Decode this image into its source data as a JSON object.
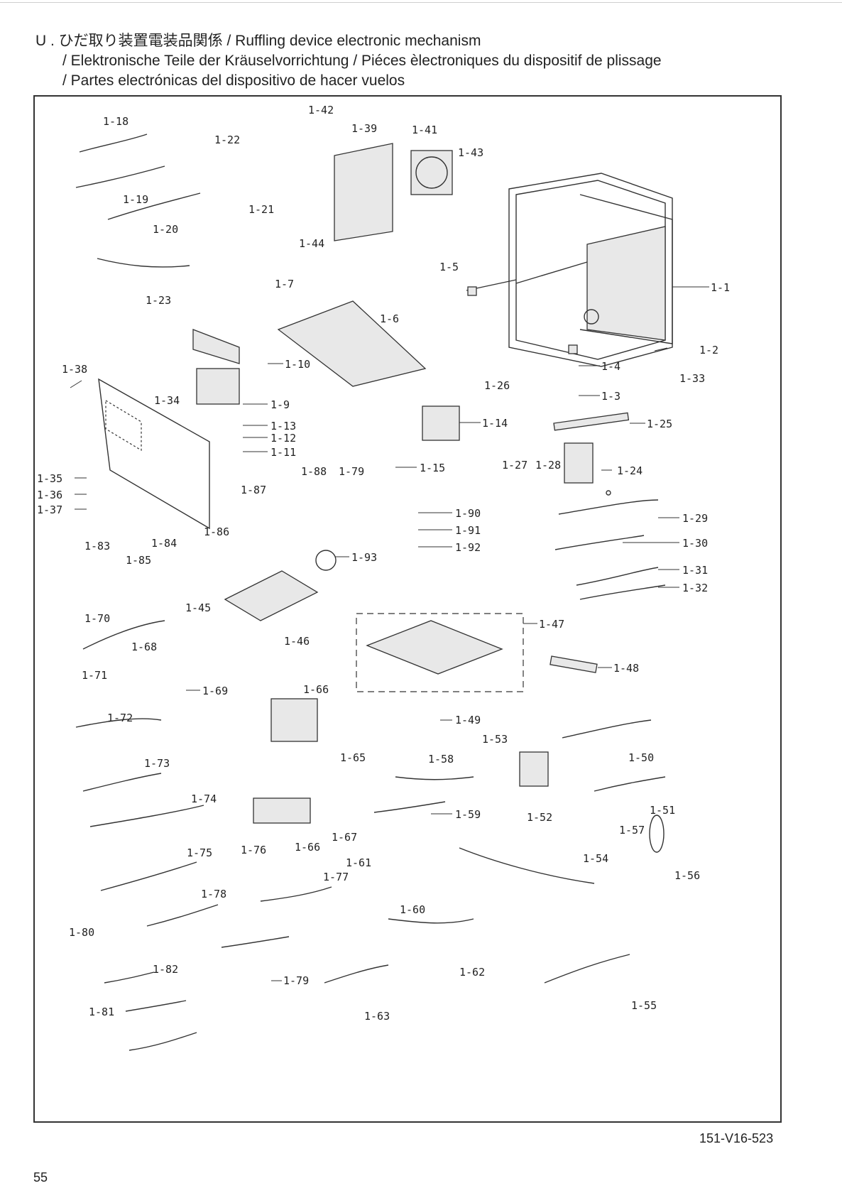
{
  "title_line1": "U . ひだ取り装置電装品関係 / Ruffling device electronic mechanism",
  "title_line2": "/ Elektronische Teile der Kräuselvorrichtung / Piéces èlectroniques du dispositif de plissage",
  "title_line3": "/ Partes electrónicas del dispositivo de hacer vuelos",
  "labels": {
    "p1_1": "1-1",
    "p1_2": "1-2",
    "p1_3": "1-3",
    "p1_4": "1-4",
    "p1_5": "1-5",
    "p1_6": "1-6",
    "p1_7": "1-7",
    "p1_9": "1-9",
    "p1_10": "1-10",
    "p1_11": "1-11",
    "p1_12": "1-12",
    "p1_13": "1-13",
    "p1_14": "1-14",
    "p1_15": "1-15",
    "p1_18": "1-18",
    "p1_19": "1-19",
    "p1_20": "1-20",
    "p1_21": "1-21",
    "p1_22": "1-22",
    "p1_23": "1-23",
    "p1_24": "1-24",
    "p1_25": "1-25",
    "p1_26": "1-26",
    "p1_27": "1-27",
    "p1_28": "1-28",
    "p1_29": "1-29",
    "p1_30": "1-30",
    "p1_31": "1-31",
    "p1_32": "1-32",
    "p1_33": "1-33",
    "p1_34": "1-34",
    "p1_35": "1-35",
    "p1_36": "1-36",
    "p1_37": "1-37",
    "p1_38": "1-38",
    "p1_39": "1-39",
    "p1_41": "1-41",
    "p1_42": "1-42",
    "p1_43": "1-43",
    "p1_44": "1-44",
    "p1_45": "1-45",
    "p1_46": "1-46",
    "p1_47": "1-47",
    "p1_48": "1-48",
    "p1_49": "1-49",
    "p1_50": "1-50",
    "p1_51": "1-51",
    "p1_52": "1-52",
    "p1_53": "1-53",
    "p1_54": "1-54",
    "p1_55": "1-55",
    "p1_56": "1-56",
    "p1_57": "1-57",
    "p1_58": "1-58",
    "p1_59": "1-59",
    "p1_60": "1-60",
    "p1_61": "1-61",
    "p1_62": "1-62",
    "p1_63": "1-63",
    "p1_65": "1-65",
    "p1_66a": "1-66",
    "p1_66b": "1-66",
    "p1_67": "1-67",
    "p1_68": "1-68",
    "p1_69": "1-69",
    "p1_70": "1-70",
    "p1_71": "1-71",
    "p1_72": "1-72",
    "p1_73": "1-73",
    "p1_74": "1-74",
    "p1_75": "1-75",
    "p1_76": "1-76",
    "p1_77": "1-77",
    "p1_78": "1-78",
    "p1_79a": "1-79",
    "p1_79b": "1-79",
    "p1_80": "1-80",
    "p1_81": "1-81",
    "p1_82": "1-82",
    "p1_83": "1-83",
    "p1_84": "1-84",
    "p1_85": "1-85",
    "p1_86": "1-86",
    "p1_87": "1-87",
    "p1_88": "1-88",
    "p1_90": "1-90",
    "p1_91": "1-91",
    "p1_92": "1-92",
    "p1_93": "1-93"
  },
  "drawing_code": "151-V16-523",
  "page_number": "55"
}
